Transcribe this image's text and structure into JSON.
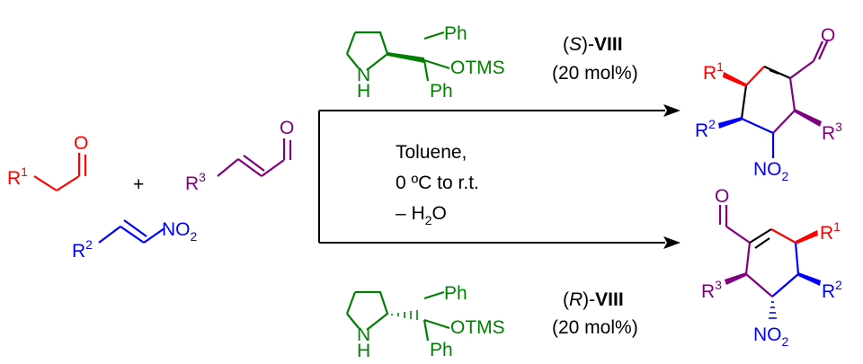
{
  "colors": {
    "reagent_aldehyde": "#ff0000",
    "reagent_nitroalkene": "#0000ff",
    "reagent_enal": "#800080",
    "catalyst": "#008000",
    "text": "#000000"
  },
  "reactants": {
    "aldehyde": {
      "r": "R",
      "r_sup": "1",
      "o": "O"
    },
    "plus": "+",
    "enal": {
      "r": "R",
      "r_sup": "3",
      "o": "O"
    },
    "nitroalkene": {
      "r": "R",
      "r_sup": "2",
      "nitro": "NO",
      "nitro_sub": "2"
    }
  },
  "catalyst_top": {
    "ph_top": "Ph",
    "otms": "OTMS",
    "ph_bottom": "Ph",
    "n": "N",
    "h": "H",
    "label_open": "(",
    "label_config": "S",
    "label_close": ")-",
    "label_name": "VIII",
    "loading": "(20 mol%)"
  },
  "catalyst_bottom": {
    "ph_top": "Ph",
    "otms": "OTMS",
    "ph_bottom": "Ph",
    "n": "N",
    "h": "H",
    "label_open": "(",
    "label_config": "R",
    "label_close": ")-",
    "label_name": "VIII",
    "loading": "(20 mol%)"
  },
  "conditions": {
    "line1": "Toluene,",
    "line2": "0 ºC to r.t.",
    "line3_prefix": "– H",
    "line3_sub": "2",
    "line3_suffix": "O"
  },
  "product_top": {
    "o": "O",
    "r1": "R",
    "r1_sup": "1",
    "r2": "R",
    "r2_sup": "2",
    "r3": "R",
    "r3_sup": "3",
    "nitro": "NO",
    "nitro_sub": "2"
  },
  "product_bottom": {
    "o": "O",
    "r1": "R",
    "r1_sup": "1",
    "r2": "R",
    "r2_sup": "2",
    "r3": "R",
    "r3_sup": "3",
    "nitro": "NO",
    "nitro_sub": "2"
  }
}
